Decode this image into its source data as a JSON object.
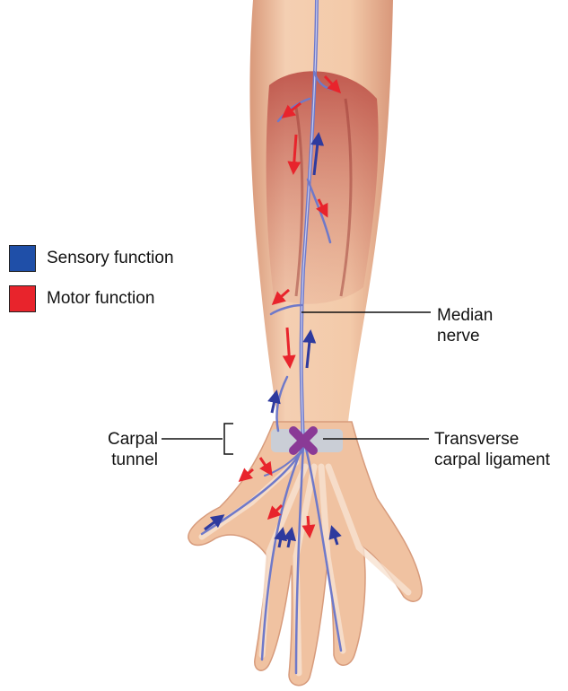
{
  "legend": {
    "items": [
      {
        "label": "Sensory function",
        "color": "#1f4fa8"
      },
      {
        "label": "Motor function",
        "color": "#e8242c"
      }
    ]
  },
  "labels": {
    "median_nerve": [
      "Median",
      "nerve"
    ],
    "carpal_tunnel": [
      "Carpal",
      "tunnel"
    ],
    "transverse_ligament": [
      "Transverse",
      "carpal ligament"
    ]
  },
  "colors": {
    "skin": "#f2c7a8",
    "skin_shade": "#dca283",
    "muscle": "#c0554d",
    "nerve": "#6f79c9",
    "sensory_arrow": "#2e3a9e",
    "motor_arrow": "#e8242c",
    "ligament": "#c5cfdc",
    "compression_mark": "#8a3a96"
  },
  "icons": {
    "compression": "x-mark-icon"
  }
}
